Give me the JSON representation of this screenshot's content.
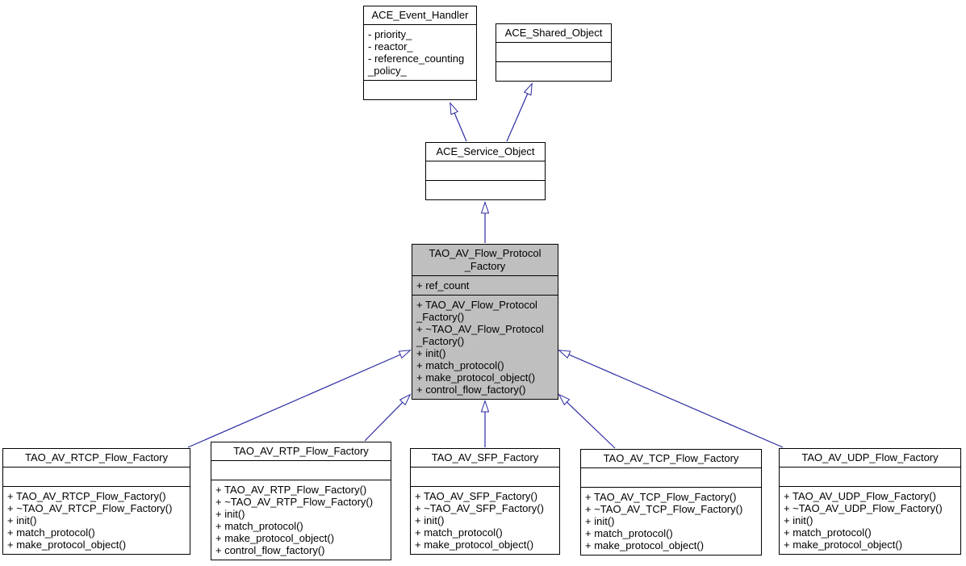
{
  "diagram": {
    "type": "uml-class-inheritance-graph",
    "colors": {
      "edge": "#2b2ba3",
      "box_border": "#000000",
      "highlight_fill": "#bfbfbf",
      "background": "#ffffff",
      "text": "#000000"
    },
    "classes": [
      {
        "name": "ACE_Event_Handler",
        "title_lines": [
          "ACE_Event_Handler"
        ],
        "attribute_lines": [
          "- priority_",
          "- reactor_",
          "- reference_counting",
          "_policy_"
        ],
        "method_lines": [],
        "highlighted": false
      },
      {
        "name": "ACE_Shared_Object",
        "title_lines": [
          "ACE_Shared_Object"
        ],
        "attribute_lines": [],
        "method_lines": [],
        "highlighted": false
      },
      {
        "name": "ACE_Service_Object",
        "title_lines": [
          "ACE_Service_Object"
        ],
        "attribute_lines": [],
        "method_lines": [],
        "highlighted": false
      },
      {
        "name": "TAO_AV_Flow_Protocol_Factory",
        "title_lines": [
          "TAO_AV_Flow_Protocol",
          "_Factory"
        ],
        "attribute_lines": [
          "+ ref_count"
        ],
        "method_lines": [
          "+ TAO_AV_Flow_Protocol",
          "_Factory()",
          "+ ~TAO_AV_Flow_Protocol",
          "_Factory()",
          "+ init()",
          "+ match_protocol()",
          "+ make_protocol_object()",
          "+ control_flow_factory()"
        ],
        "highlighted": true
      },
      {
        "name": "TAO_AV_RTCP_Flow_Factory",
        "title_lines": [
          "TAO_AV_RTCP_Flow_Factory"
        ],
        "attribute_lines": [],
        "method_lines": [
          "+ TAO_AV_RTCP_Flow_Factory()",
          "+ ~TAO_AV_RTCP_Flow_Factory()",
          "+ init()",
          "+ match_protocol()",
          "+ make_protocol_object()"
        ],
        "highlighted": false
      },
      {
        "name": "TAO_AV_RTP_Flow_Factory",
        "title_lines": [
          "TAO_AV_RTP_Flow_Factory"
        ],
        "attribute_lines": [],
        "method_lines": [
          "+ TAO_AV_RTP_Flow_Factory()",
          "+ ~TAO_AV_RTP_Flow_Factory()",
          "+ init()",
          "+ match_protocol()",
          "+ make_protocol_object()",
          "+ control_flow_factory()"
        ],
        "highlighted": false
      },
      {
        "name": "TAO_AV_SFP_Factory",
        "title_lines": [
          "TAO_AV_SFP_Factory"
        ],
        "attribute_lines": [],
        "method_lines": [
          "+ TAO_AV_SFP_Factory()",
          "+ ~TAO_AV_SFP_Factory()",
          "+ init()",
          "+ match_protocol()",
          "+ make_protocol_object()"
        ],
        "highlighted": false
      },
      {
        "name": "TAO_AV_TCP_Flow_Factory",
        "title_lines": [
          "TAO_AV_TCP_Flow_Factory"
        ],
        "attribute_lines": [],
        "method_lines": [
          "+ TAO_AV_TCP_Flow_Factory()",
          "+ ~TAO_AV_TCP_Flow_Factory()",
          "+ init()",
          "+ match_protocol()",
          "+ make_protocol_object()"
        ],
        "highlighted": false
      },
      {
        "name": "TAO_AV_UDP_Flow_Factory",
        "title_lines": [
          "TAO_AV_UDP_Flow_Factory"
        ],
        "attribute_lines": [],
        "method_lines": [
          "+ TAO_AV_UDP_Flow_Factory()",
          "+ ~TAO_AV_UDP_Flow_Factory()",
          "+ init()",
          "+ match_protocol()",
          "+ make_protocol_object()"
        ],
        "highlighted": false
      }
    ],
    "inheritance": [
      {
        "child": "ACE_Service_Object",
        "parent": "ACE_Event_Handler"
      },
      {
        "child": "ACE_Service_Object",
        "parent": "ACE_Shared_Object"
      },
      {
        "child": "TAO_AV_Flow_Protocol_Factory",
        "parent": "ACE_Service_Object"
      },
      {
        "child": "TAO_AV_RTCP_Flow_Factory",
        "parent": "TAO_AV_Flow_Protocol_Factory"
      },
      {
        "child": "TAO_AV_RTP_Flow_Factory",
        "parent": "TAO_AV_Flow_Protocol_Factory"
      },
      {
        "child": "TAO_AV_SFP_Factory",
        "parent": "TAO_AV_Flow_Protocol_Factory"
      },
      {
        "child": "TAO_AV_TCP_Flow_Factory",
        "parent": "TAO_AV_Flow_Protocol_Factory"
      },
      {
        "child": "TAO_AV_UDP_Flow_Factory",
        "parent": "TAO_AV_Flow_Protocol_Factory"
      }
    ]
  }
}
